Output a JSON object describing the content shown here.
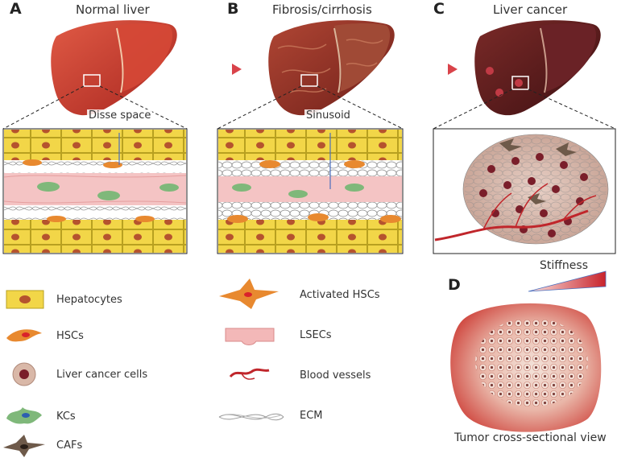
{
  "panels": [
    {
      "letter": "A",
      "title": "Normal liver",
      "inset_label": "Disse space"
    },
    {
      "letter": "B",
      "title": "Fibrosis/cirrhosis",
      "inset_label": "Sinusoid"
    },
    {
      "letter": "C",
      "title": "Liver cancer"
    }
  ],
  "panel_d": {
    "letter": "D",
    "gradient_label": "Stiffness",
    "caption": "Tumor cross-sectional view"
  },
  "legend": {
    "hepatocytes": "Hepatocytes",
    "hscs": "HSCs",
    "liver_cancer_cells": "Liver cancer cells",
    "kcs": "KCs",
    "cafs": "CAFs",
    "activated_hscs": "Activated HSCs",
    "lsecs": "LSECs",
    "blood_vessels": "Blood vessels",
    "ecm": "ECM"
  },
  "colors": {
    "normal_liver": "#c93a2e",
    "fibrotic_liver": "#8f2e24",
    "cancer_liver": "#5a1a1c",
    "hepatocyte_fill": "#f2d648",
    "hepatocyte_nucleus": "#b5532e",
    "lsec_fill": "#f3b8b8",
    "hsc": "#e8892f",
    "kc": "#7fb87a",
    "caf": "#6e5a4a",
    "tumor_cell": "#d9b8a8",
    "vessel": "#c0262b"
  }
}
